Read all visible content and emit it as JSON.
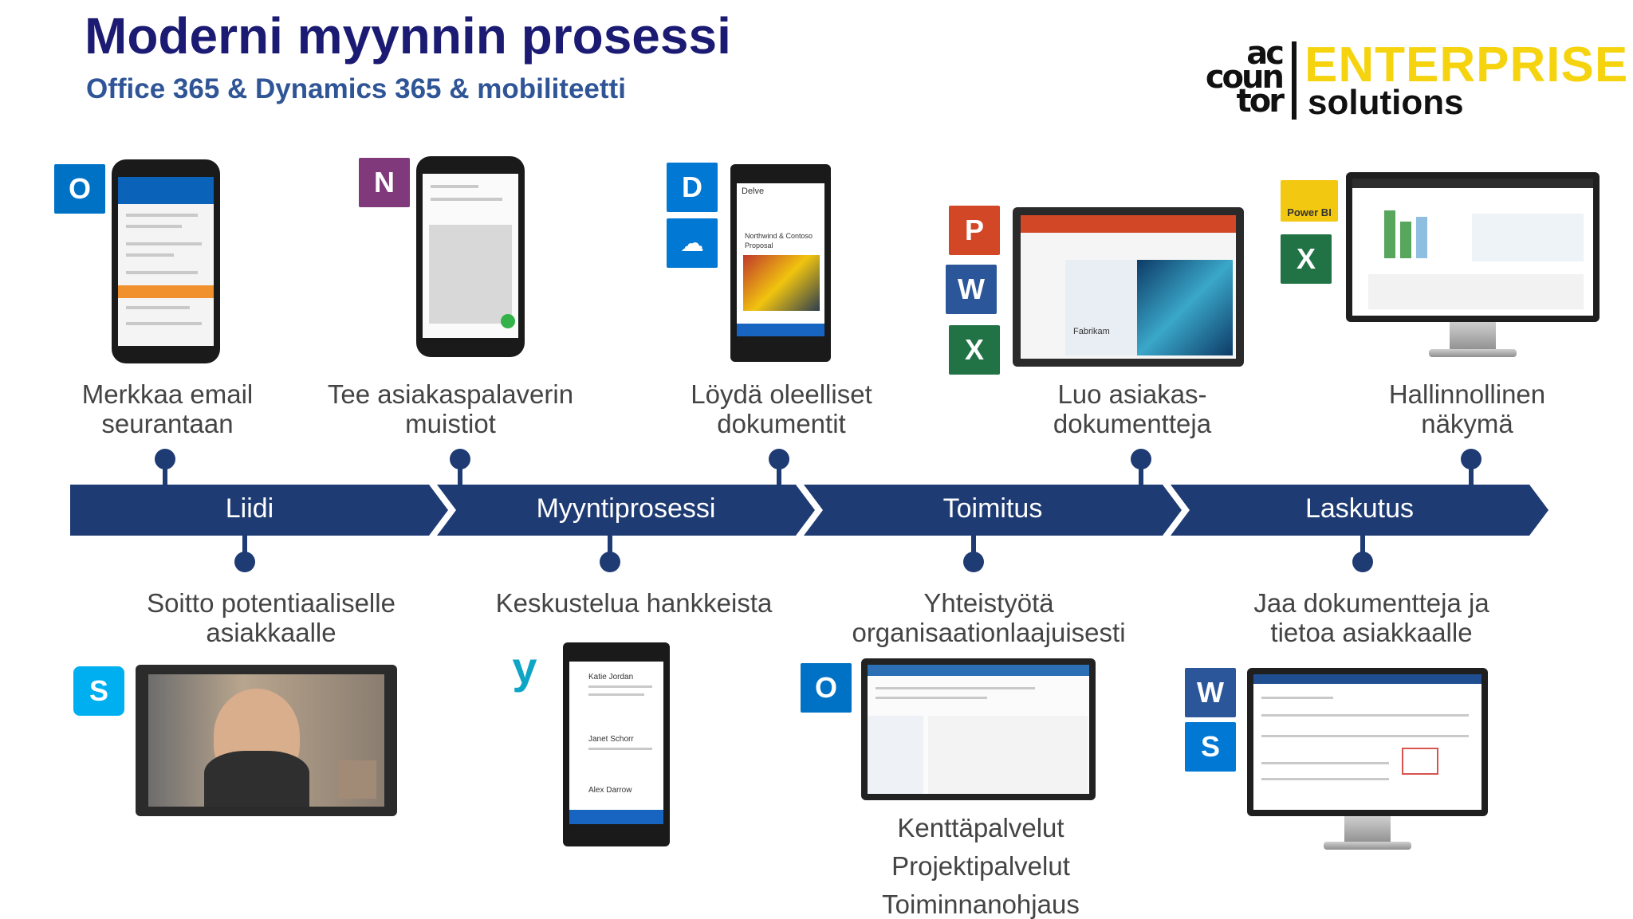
{
  "header": {
    "title": "Moderni myynnin prosessi",
    "subtitle": "Office 365 & Dynamics 365 & mobiliteetti"
  },
  "logo": {
    "mark": "ac coun tor",
    "brand": "ENTERPRISE",
    "tagline": "solutions",
    "brand_color": "#f5d40f"
  },
  "timeline": {
    "color": "#1f3b73",
    "phases": [
      "Liidi",
      "Myyntiprosessi",
      "Toimitus",
      "Laskutus"
    ]
  },
  "top_steps": [
    {
      "label": "Merkkaa email\nseurantaan",
      "icons": [
        "outlook-icon"
      ]
    },
    {
      "label": "Tee asiakaspalaverin\nmuistiot",
      "icons": [
        "onenote-icon"
      ]
    },
    {
      "label": "Löydä oleelliset\ndokumentit",
      "icons": [
        "delve-icon",
        "onedrive-icon"
      ]
    },
    {
      "label": "Luo asiakas-\ndokumentteja",
      "icons": [
        "powerpoint-icon",
        "word-icon",
        "excel-icon"
      ]
    },
    {
      "label": "Hallinnollinen\nnäkymä",
      "icons": [
        "powerbi-icon",
        "excel-icon"
      ]
    }
  ],
  "bottom_steps": [
    {
      "label": "Soitto potentiaaliselle\nasiakkaalle",
      "icons": [
        "skype-icon"
      ]
    },
    {
      "label": "Keskustelua hankkeista",
      "icons": [
        "yammer-icon"
      ]
    },
    {
      "label": "Yhteistyötä\norganisaationlaajuisesti",
      "icons": [
        "outlook-icon"
      ]
    },
    {
      "label": "Jaa dokumentteja ja\ntietoa asiakkaalle",
      "icons": [
        "word-icon",
        "sharepoint-icon"
      ]
    }
  ],
  "services": [
    "Kenttäpalvelut",
    "Projektipalvelut",
    "Toiminnanohjaus"
  ],
  "icon_letters": {
    "outlook": "O",
    "onenote": "N",
    "delve": "D",
    "powerpoint": "P",
    "word": "W",
    "excel": "X",
    "skype": "S",
    "sharepoint": "S",
    "powerbi": "Power BI"
  },
  "device_texts": {
    "delve_name": "Delve",
    "delve_doc": "Northwind & Contoso Proposal",
    "fabrikam": "Fabrikam",
    "yammer_people": [
      "Katie Jordan",
      "Janet Schorr",
      "Alex Darrow"
    ]
  },
  "colors": {
    "title": "#1b1b73",
    "subtitle": "#2f5597",
    "outlook": "#0072c6",
    "onenote": "#80397b",
    "powerpoint": "#d24726",
    "word": "#2b579a",
    "excel": "#217346",
    "skype": "#00aff0",
    "yammer": "#0ea5c6",
    "sharepoint": "#0078d4",
    "powerbi": "#f2c811"
  }
}
